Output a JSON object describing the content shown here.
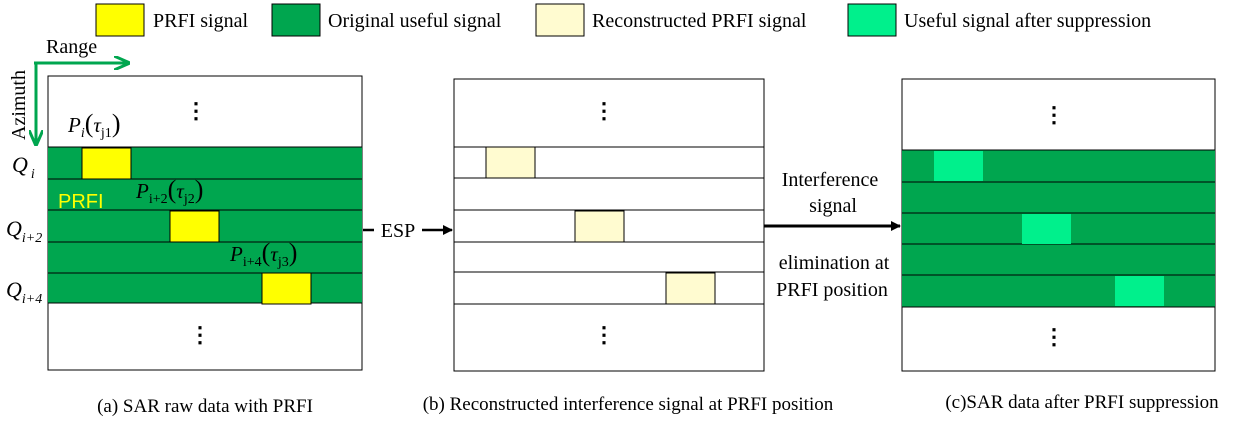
{
  "legend": [
    {
      "label": "PRFI signal",
      "color": "#FFFF00"
    },
    {
      "label": "Original useful signal",
      "color": "#00A64F"
    },
    {
      "label": "Reconstructed PRFI signal",
      "color": "#FFFBD0"
    },
    {
      "label": "Useful signal after suppression",
      "color": "#00F08C"
    }
  ],
  "axes": {
    "range": "Range",
    "azimuth": "Azimuth"
  },
  "panel_a": {
    "caption": "(a) SAR raw data with PRFI",
    "row_labels": [
      {
        "base": "Q",
        "sub": "i"
      },
      {
        "base": "Q",
        "sub": "i+2"
      },
      {
        "base": "Q",
        "sub": "i+4"
      }
    ],
    "pulse_labels": [
      {
        "base": "P",
        "sub": "i",
        "tau": "τ",
        "tau_sub": "j1"
      },
      {
        "base": "P",
        "sub": "i+2",
        "tau": "τ",
        "tau_sub": "j2"
      },
      {
        "base": "P",
        "sub": "i+4",
        "tau": "τ",
        "tau_sub": "j3"
      }
    ],
    "prfi_tag": "PRFI",
    "ellipsis": "⋮"
  },
  "panel_b": {
    "caption": "(b) Reconstructed interference signal at PRFI position",
    "ellipsis": "⋮"
  },
  "panel_c": {
    "caption": "(c)SAR data after PRFI suppression",
    "ellipsis": "⋮"
  },
  "arrows": {
    "esp_label": "ESP",
    "elim_line1": "Interference",
    "elim_line2": "signal",
    "elim_line3": "elimination at",
    "elim_line4": "PRFI position"
  },
  "colors": {
    "prfi": "#FFFF00",
    "useful": "#00A64F",
    "recon": "#FFFBD0",
    "after": "#00F08C",
    "axis_arrow": "#00A64F",
    "prfi_tag": "#FFFF00"
  }
}
